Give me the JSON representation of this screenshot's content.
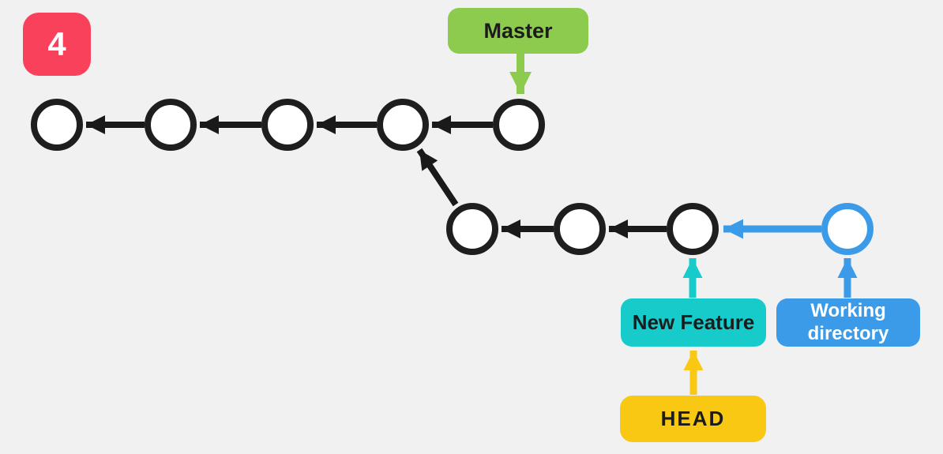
{
  "colors": {
    "background": "#F1F1F1",
    "node_fill": "#FFFFFF",
    "node_stroke": "#1E1E1E",
    "arrow": "#1A1A1A",
    "green": "#8DCB4E",
    "teal": "#17CBCB",
    "blue": "#3B9BE9",
    "yellow": "#F8C812",
    "red": "#FA415C",
    "label_dark_text": "#1C1C1C",
    "label_light_text": "#FFFFFF"
  },
  "badge": {
    "label": "4"
  },
  "labels": {
    "master": "Master",
    "new_feature": "New Feature",
    "working_directory": "Working directory",
    "head": "HEAD"
  },
  "diagram": {
    "type": "git-commit-graph",
    "step_number": "4",
    "branches": [
      {
        "name": "Master",
        "commit_count": 5
      },
      {
        "name": "New Feature",
        "commit_count": 3,
        "branches_from": "master-commit-4"
      }
    ],
    "extra_nodes": [
      {
        "name": "working-directory-node",
        "style": "blue-outline",
        "links_to": "feature-commit-3"
      }
    ],
    "pointers": [
      {
        "label": "Master",
        "points_to": "master-commit-5",
        "color_key": "green"
      },
      {
        "label": "New Feature",
        "points_to": "feature-commit-3",
        "color_key": "teal"
      },
      {
        "label": "HEAD",
        "points_to": "New Feature",
        "color_key": "yellow"
      },
      {
        "label": "Working directory",
        "points_to": "working-directory-node",
        "color_key": "blue"
      }
    ]
  }
}
